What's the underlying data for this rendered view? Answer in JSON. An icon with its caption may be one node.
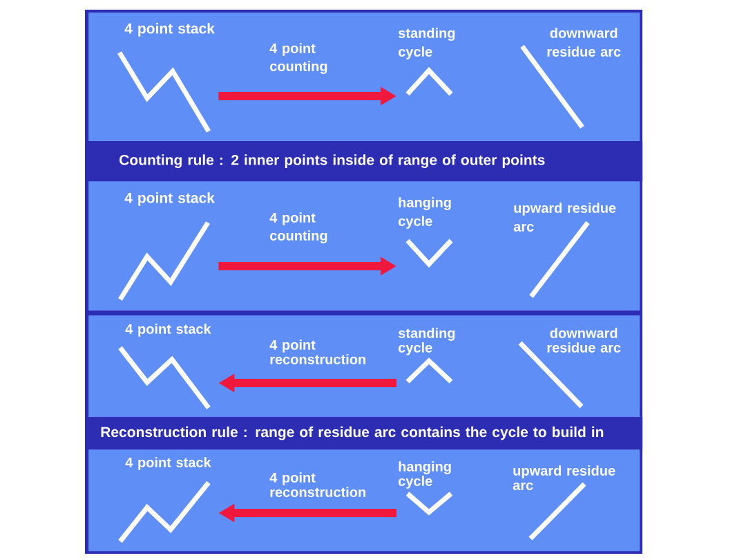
{
  "diagram": {
    "nodes": [
      {
        "text": [],
        "shape": "box"
      },
      {
        "text": [
          "4 point stack"
        ],
        "in": 0
      },
      {
        "text": [
          "standing cycle"
        ],
        "in": 0
      },
      {
        "text": [
          "downward residue arc"
        ],
        "in": 0
      },
      {
        "text": [
          "Counting rule : 2 inner points inside of range of outer points"
        ]
      },
      {
        "text": [],
        "shape": "box"
      },
      {
        "text": [
          "4 point stack"
        ],
        "in": 5
      },
      {
        "text": [
          "hanging cycle"
        ],
        "in": 5
      },
      {
        "text": [
          "upward residue arc"
        ],
        "in": 5
      },
      {
        "text": [],
        "shape": "box"
      },
      {
        "text": [
          "4 point stack"
        ],
        "in": 9
      },
      {
        "text": [
          "standing cycle"
        ],
        "in": 9
      },
      {
        "text": [
          "downward residue arc"
        ],
        "in": 9
      },
      {
        "text": [
          "Reconstruction rule : range of residue arc contains the cycle to build in"
        ]
      },
      {
        "text": [],
        "shape": "box"
      },
      {
        "text": [
          "4 point stack"
        ],
        "in": 14
      },
      {
        "text": [
          "hanging cycle"
        ],
        "in": 14
      },
      {
        "text": [
          "upward residue arc"
        ],
        "in": 14
      }
    ],
    "edges": [
      {
        "from": 1,
        "to": 2,
        "arrow": "to",
        "label": "4 point counting"
      },
      {
        "from": 6,
        "to": 7,
        "arrow": "to",
        "label": "4 point counting"
      },
      {
        "from": 11,
        "to": 10,
        "arrow": "to",
        "label": "4 point reconstruction"
      },
      {
        "from": 16,
        "to": 15,
        "arrow": "to",
        "label": "4 point reconstruction"
      }
    ]
  }
}
